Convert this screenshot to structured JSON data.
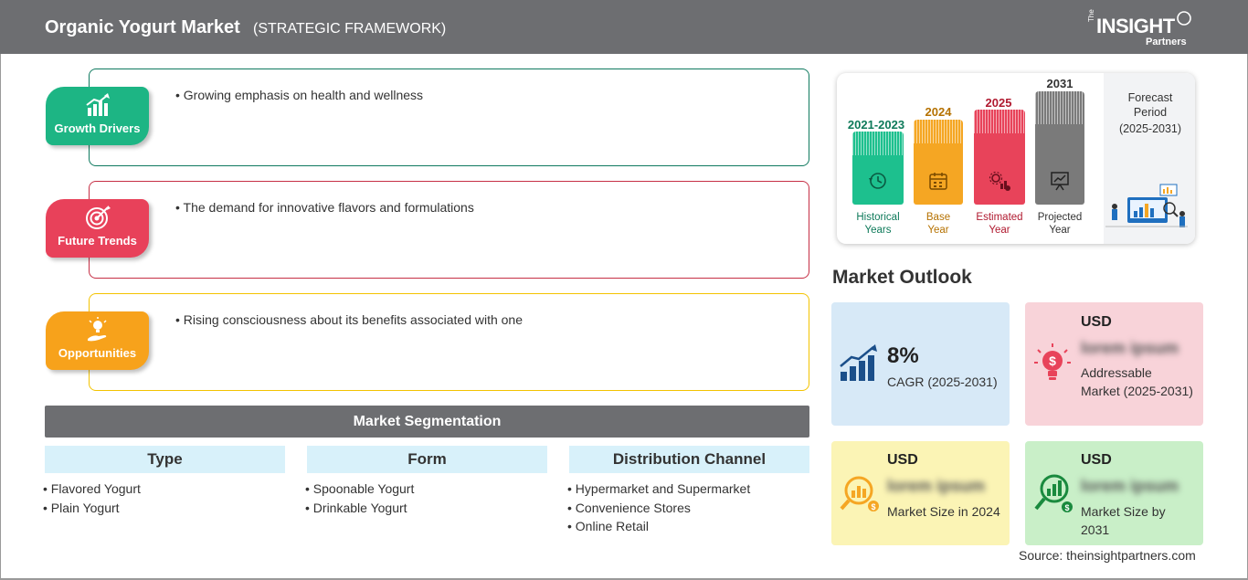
{
  "header": {
    "title": "Organic Yogurt Market",
    "subtitle": "(STRATEGIC FRAMEWORK)",
    "logo": {
      "the": "The",
      "insight": "INSIGHT",
      "partners": "Partners"
    }
  },
  "cards": [
    {
      "label": "Growth Drivers",
      "color": "#1db584",
      "border": "#0f7a5f",
      "icon": "bar-chart-growth-icon",
      "bullet": "Growing emphasis on health and wellness"
    },
    {
      "label": "Future Trends",
      "color": "#e8415a",
      "border": "#c62f45",
      "icon": "target-icon",
      "bullet": "The demand for innovative flavors and formulations"
    },
    {
      "label": "Opportunities",
      "color": "#f7a21b",
      "border": "#f3c300",
      "icon": "lightbulb-hand-icon",
      "bullet": "Rising consciousness about its benefits associated with one"
    }
  ],
  "segmentation": {
    "title": "Market Segmentation",
    "columns": [
      {
        "header": "Type",
        "items": [
          "Flavored Yogurt",
          "Plain Yogurt"
        ]
      },
      {
        "header": "Form",
        "items": [
          "Spoonable Yogurt",
          "Drinkable Yogurt"
        ]
      },
      {
        "header": "Distribution Channel",
        "items": [
          "Hypermarket and Supermarket",
          "Convenience Stores",
          "Online Retail"
        ]
      }
    ]
  },
  "timeline": {
    "bars": [
      {
        "year": "2021-2023",
        "label1": "Historical",
        "label2": "Years",
        "color": "#1dc08e",
        "text_color": "#0e7a5a",
        "icon": "history-clock-icon"
      },
      {
        "year": "2024",
        "label1": "Base",
        "label2": "Year",
        "color": "#f5a623",
        "text_color": "#b57100",
        "icon": "calendar-icon"
      },
      {
        "year": "2025",
        "label1": "Estimated",
        "label2": "Year",
        "color": "#e8435a",
        "text_color": "#b0192f",
        "icon": "gear-chart-icon"
      },
      {
        "year": "2031",
        "label1": "Projected",
        "label2": "Year",
        "color": "#7a7a7a",
        "text_color": "#333333",
        "icon": "presentation-chart-icon"
      }
    ],
    "forecast": {
      "line1": "Forecast",
      "line2": "Period",
      "line3": "(2025-2031)"
    }
  },
  "outlook": {
    "title": "Market Outlook",
    "cagr": {
      "value": "8%",
      "label": "CAGR (2025-2031)",
      "color": "#d7e9f7"
    },
    "addressable": {
      "usd": "USD",
      "value": "lorem ipsum",
      "label": "Addressable Market (2025-2031)",
      "color": "#f8d3d9"
    },
    "size2024": {
      "usd": "USD",
      "value": "lorem ipsum",
      "label": "Market Size in 2024",
      "color": "#fbf4b5"
    },
    "size2031": {
      "usd": "USD",
      "value": "lorem ipsum",
      "label": "Market Size by 2031",
      "color": "#c9efc8"
    }
  },
  "source": "Source: theinsightpartners.com"
}
